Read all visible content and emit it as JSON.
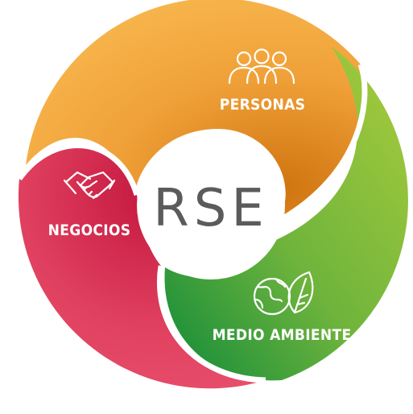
{
  "diagram": {
    "center": {
      "label": "RSE"
    },
    "segments": [
      {
        "id": "personas",
        "label": "PERSONAS",
        "icon": "people-icon",
        "color": "#f2a43c"
      },
      {
        "id": "negocios",
        "label": "NEGOCIOS",
        "icon": "handshake-icon",
        "color": "#d93a5c"
      },
      {
        "id": "medio_ambiente",
        "label": "MEDIO AMBIENTE",
        "icon": "globe-leaf-icon",
        "color": "#7dbb3c"
      }
    ],
    "colors": {
      "orange_light": "#f6b34a",
      "orange_dark": "#d77a12",
      "red_light": "#e2456a",
      "red_dark": "#c81f47",
      "green_light": "#a2c93a",
      "green_dark": "#23923a",
      "center_text": "#5b5b5b"
    }
  }
}
